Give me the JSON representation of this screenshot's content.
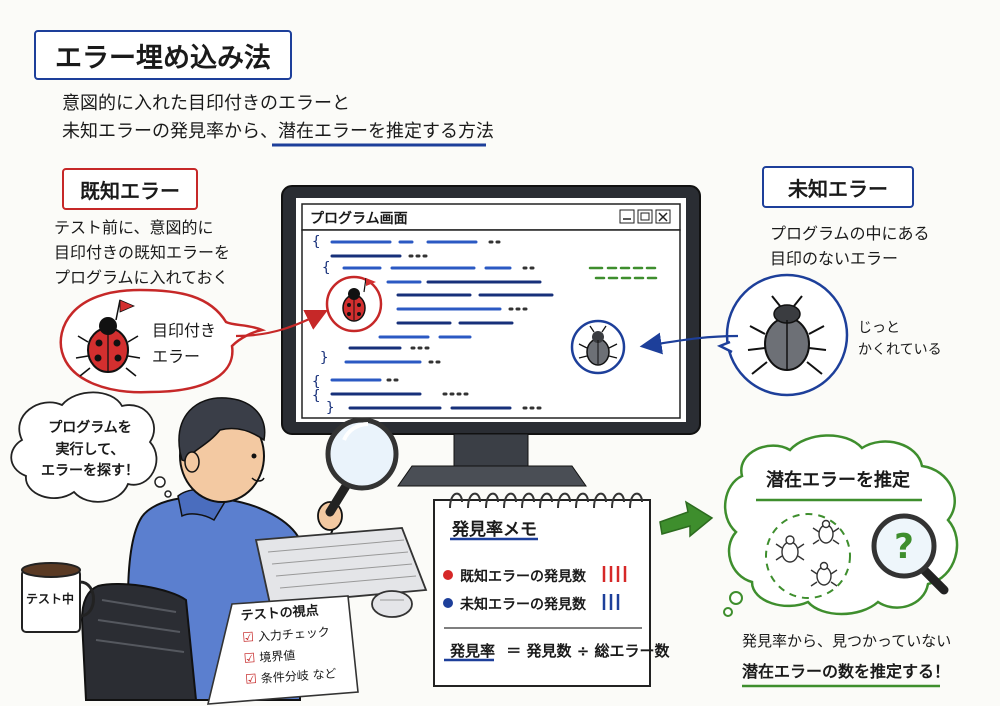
{
  "title": "エラー埋め込み法",
  "intro": {
    "line1": "意図的に入れた目印付きのエラーと",
    "line2_prefix": "未知エラーの発見率から、",
    "line2_highlight": "潜在エラーを推定する方法"
  },
  "known_error": {
    "label": "既知エラー",
    "description": "テスト前に、意図的に\n目印付きの既知エラーを\nプログラムに入れておく",
    "bubble_text": "目印付き\nエラー"
  },
  "unknown_error": {
    "label": "未知エラー",
    "description": "プログラムの中にある\n目印のないエラー",
    "note": "じっと\nかくれている"
  },
  "program_window": {
    "title": "プログラム画面"
  },
  "thought_bubble": "プログラムを\n実行して、\nエラーを探す！",
  "mug_label": "テスト中",
  "test_viewpoints": {
    "title": "テストの視点",
    "items": [
      "入力チェック",
      "境界値",
      "条件分岐"
    ],
    "suffix": "など"
  },
  "memo": {
    "title": "発見率メモ",
    "rows": [
      {
        "label": "既知エラーの発見数",
        "tally": 4,
        "color": "#d62828"
      },
      {
        "label": "未知エラーの発見数",
        "tally": 3,
        "color": "#1d3f9a"
      }
    ],
    "formula_label": "発見率",
    "formula_rhs": "＝ 発見数 ÷ 総エラー数"
  },
  "estimate": {
    "label": "潜在エラーを推定",
    "text_line1": "発見率から、見つかっていない",
    "text_line2": "潜在エラーの数を推定する！"
  },
  "colors": {
    "red": "#c62828",
    "blue": "#1d3f9a",
    "green": "#3e8e2d",
    "navy": "#17307a"
  }
}
